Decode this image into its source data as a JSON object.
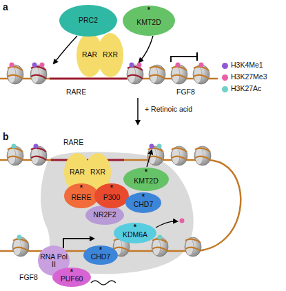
{
  "diagram": {
    "nodes": [
      {
        "text": [
          "PRC2"
        ]
      },
      {
        "text": [
          "KMT2D",
          "*"
        ]
      },
      {
        "text": [
          "RAR"
        ]
      },
      {
        "text": [
          "RXR"
        ]
      },
      {
        "text": [
          "RAR"
        ]
      },
      {
        "text": [
          "RXR"
        ]
      },
      {
        "text": [
          "RERE",
          "*"
        ]
      },
      {
        "text": [
          "P300",
          "*"
        ]
      },
      {
        "text": [
          "KMT2D",
          "*"
        ]
      },
      {
        "text": [
          "CHD7",
          "*"
        ]
      },
      {
        "text": [
          "NR2F2"
        ]
      },
      {
        "text": [
          "KDM6A",
          "*"
        ]
      },
      {
        "text": [
          "RNA Pol II"
        ]
      },
      {
        "text": [
          "PUF60",
          "*"
        ]
      },
      {
        "text": [
          "CHD7",
          "*"
        ]
      }
    ],
    "labels": [
      "a",
      "RARE",
      "FGF8",
      "+ Retinoic acid",
      "b",
      "RARE",
      "FGF8"
    ],
    "legend": [
      {
        "text": "H3K4Me1",
        "color": "#8e5bd6"
      },
      {
        "text": "H3K27Me3",
        "color": "#e85fa6"
      },
      {
        "text": "H3K27Ac",
        "color": "#6fd0c8"
      }
    ]
  }
}
